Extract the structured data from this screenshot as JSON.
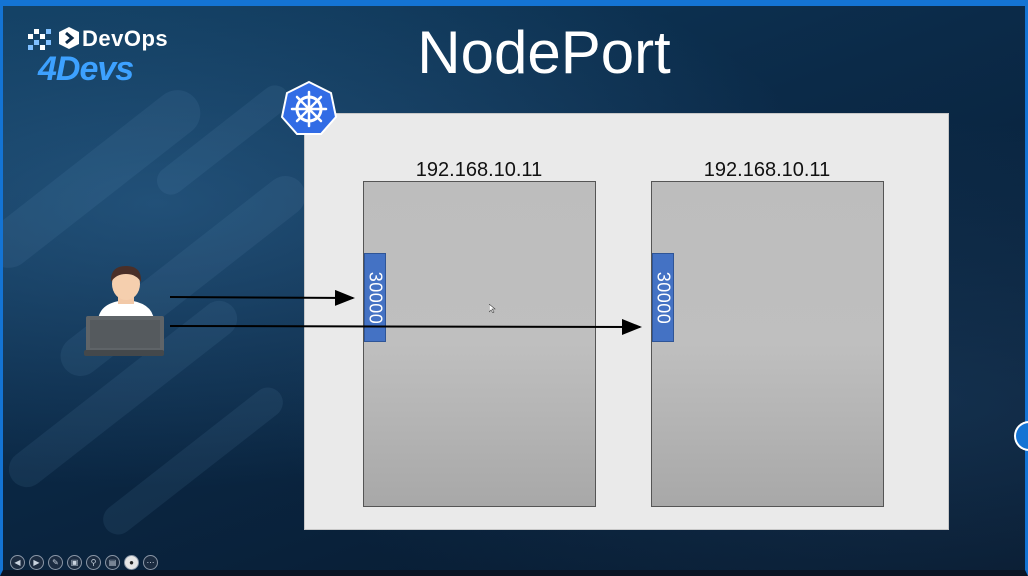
{
  "slide": {
    "title": "NodePort",
    "logo": {
      "line1": "DevOps",
      "line2": "4Devs"
    },
    "nodes": [
      {
        "ip": "192.168.10.11",
        "port": "30000"
      },
      {
        "ip": "192.168.10.11",
        "port": "30000"
      }
    ]
  },
  "icons": {
    "logo": "devops4devs-logo",
    "cluster": "kubernetes-icon",
    "user": "user-with-laptop-icon"
  },
  "toolbar": {
    "buttons": [
      "previous-icon",
      "next-icon",
      "pen-icon",
      "slides-icon",
      "zoom-icon",
      "subtitles-icon",
      "camera-icon",
      "more-icon"
    ]
  },
  "colors": {
    "accent": "#1474d4",
    "port": "#4472c4",
    "cluster_bg": "#eaeaea",
    "node_bg": "#bdbdbd"
  }
}
